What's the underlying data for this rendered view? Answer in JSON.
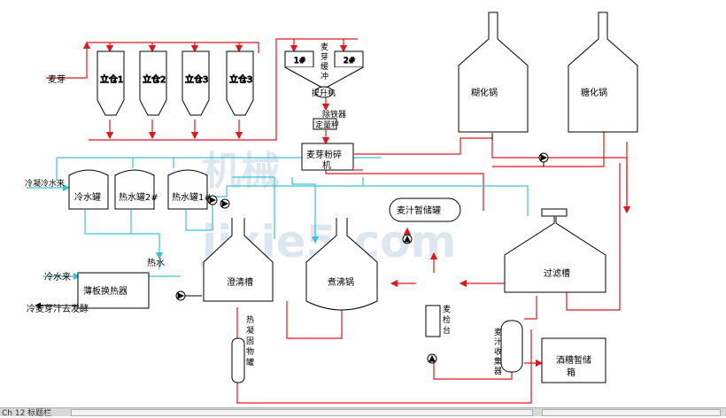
{
  "watermark": {
    "text": "jixie5.com",
    "logo": "机械"
  },
  "labels": {
    "malt": "麦芽",
    "silo1": "立仓1",
    "silo2": "立仓2",
    "silo3": "立仓3",
    "silo4": "立仓3",
    "bin1": "1#",
    "bin2": "2#",
    "buffer": "麦芽缓冲",
    "lifter": "提升机",
    "iron_remover": "除铁器",
    "scale": "定量秤",
    "mill_line1": "麦芽粉碎",
    "mill_line2": "机",
    "gelatinizer": "糊化锅",
    "saccharifier": "糖化锅",
    "cooling_water_in": "冷凝冷水来",
    "cold_tank": "冷水罐",
    "hot_tank2": "热水罐2#",
    "hot_tank1": "热水罐1#",
    "wort_temp_tank": "麦汁暂储罐",
    "hot_water": "热水",
    "cold_water_in": "冷水来",
    "plate_hx": "薄板换热器",
    "cold_wort_out": "冷麦芽汁去发酵",
    "clarifier": "澄清槽",
    "boiling_kettle": "煮沸锅",
    "lauter_tun": "过滤槽",
    "hot_trub_tank": "热凝固物罐",
    "wort_grant": "麦汁收集器",
    "wort_station": "麦检台",
    "spent_grain_tank": "酒糟暂储箱"
  },
  "statusbar": {
    "caption": "Ch 12 标题栏"
  },
  "colors": {
    "red": "#e8141b",
    "cyan": "#38c3d4",
    "black": "#000000",
    "watermark": "#dde7ef"
  }
}
